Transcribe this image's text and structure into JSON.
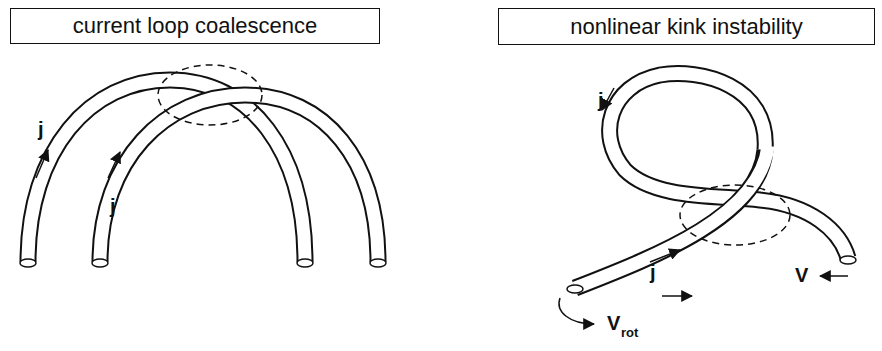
{
  "diagram": {
    "nodes": [
      {
        "text": [
          "current loop coalescence"
        ]
      },
      {
        "text": [
          "nonlinear kink instability"
        ]
      }
    ],
    "labels": [
      "j",
      "j",
      "j",
      "j",
      "V",
      "rot",
      "V"
    ]
  }
}
